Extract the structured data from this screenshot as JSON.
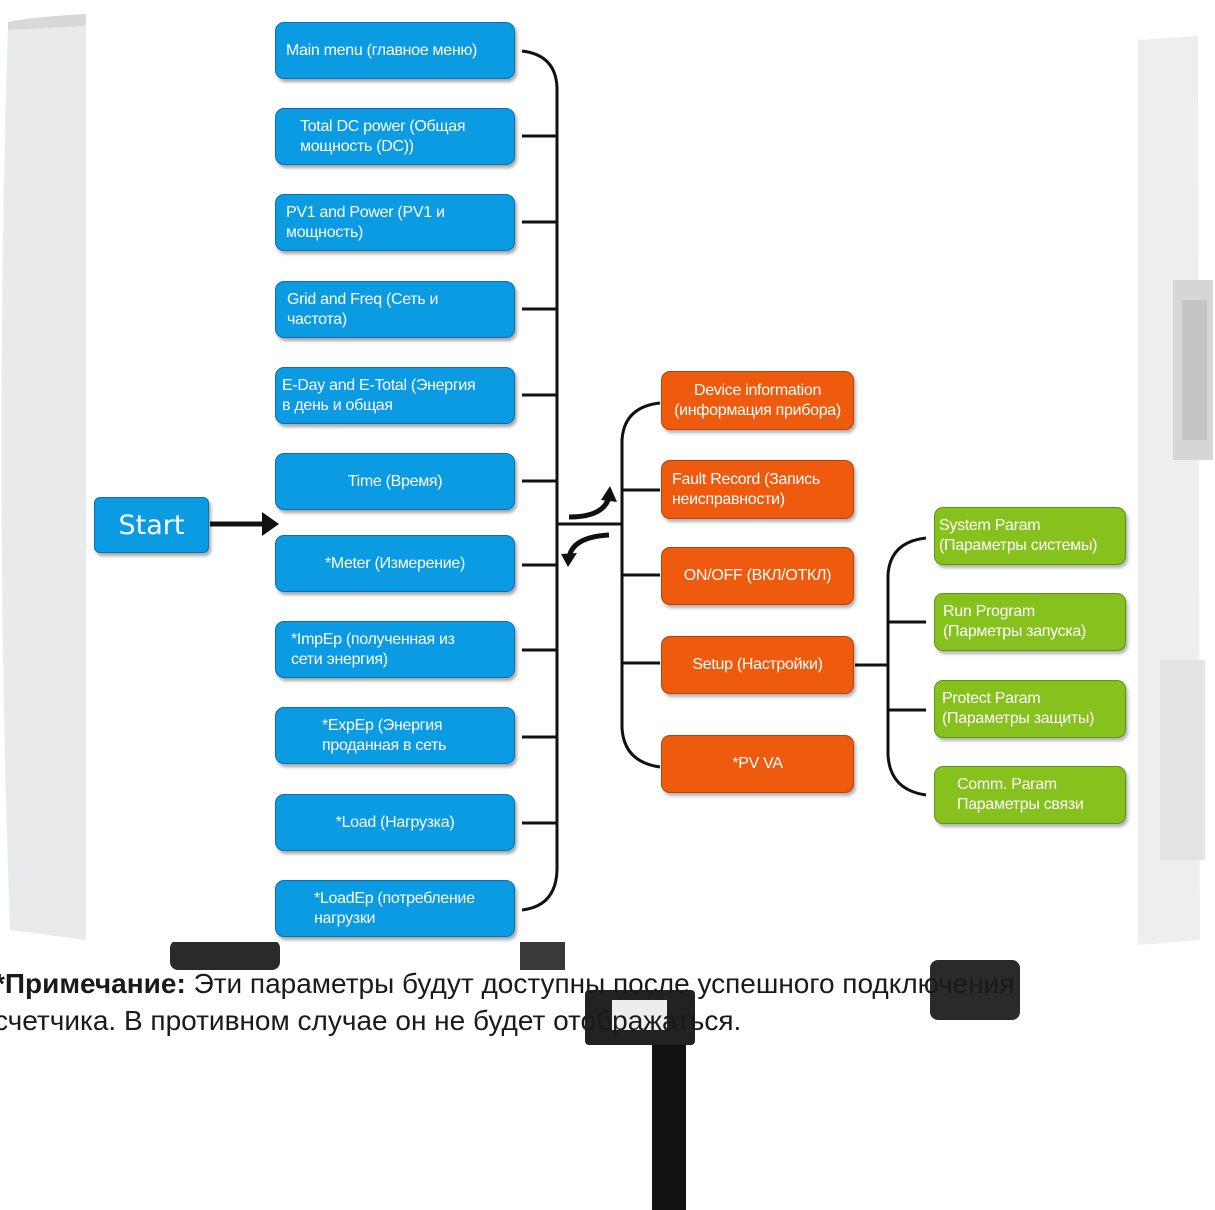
{
  "diagram": {
    "start_label": "Start",
    "main_items": [
      "Main menu (главное меню)",
      "Total DC power (Общая\nмощность (DC))",
      "PV1 and Power (PV1 и\nмощность)",
      "Grid and Freq (Сеть и\nчастота)",
      "E-Day and E-Total (Энергия\nв день и общая",
      "Time (Время)",
      "*Meter (Измерение)",
      "*ImpEp (полученная из\nсети энергия)",
      "*ExpEp (Энергия\nпроданная в сеть",
      "*Load (Нагрузка)",
      "*LoadEp (потребление\nнагрузки"
    ],
    "sub_items": [
      "Device information\n(информация прибора)",
      "Fault Record (Запись\nнеисправности)",
      "ON/OFF (ВКЛ/ОТКЛ)",
      "Setup (Настройки)",
      "*PV VA"
    ],
    "setup_items": [
      "System Param\n(Параметры системы)",
      "Run Program\n(Парметры запуска)",
      "Protect Param\n(Параметры защиты)",
      "Comm. Param\nПараметры связи"
    ]
  },
  "note": {
    "label": "*Примечание:",
    "text_line1": "Эти параметры будут доступны после успешного подключения",
    "text_line2": "счетчика. В противном случае он не будет отображаться."
  },
  "colors": {
    "blue": "#0a9be3",
    "orange": "#ee5a0e",
    "green": "#86c11e",
    "connector": "#111111"
  }
}
